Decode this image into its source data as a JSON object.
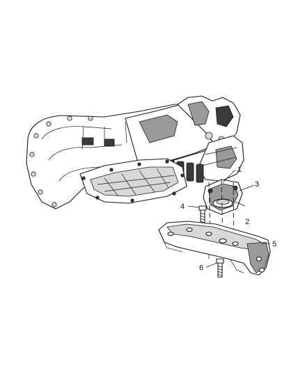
{
  "callouts": [
    {
      "id": "1",
      "label": "1"
    },
    {
      "id": "2",
      "label": "2"
    },
    {
      "id": "3",
      "label": "3"
    },
    {
      "id": "4",
      "label": "4"
    },
    {
      "id": "5",
      "label": "5"
    },
    {
      "id": "6",
      "label": "6"
    }
  ],
  "parts": {
    "transmission": "transmission-assembly",
    "mount": "transmission-mount",
    "crossmember": "crossmember",
    "bolt_upper": "mount-bolt",
    "bolt_lower": "crossmember-bolt"
  }
}
